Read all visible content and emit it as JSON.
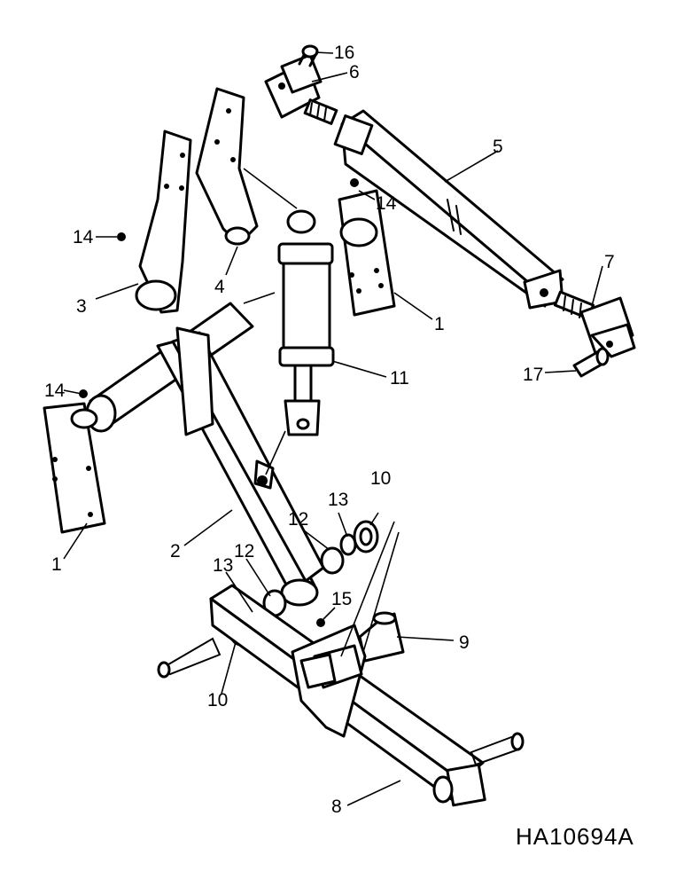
{
  "callouts": [
    {
      "id": "c16",
      "text": "16"
    },
    {
      "id": "c6",
      "text": "6"
    },
    {
      "id": "c5",
      "text": "5"
    },
    {
      "id": "c14a",
      "text": "14"
    },
    {
      "id": "c14b",
      "text": "14"
    },
    {
      "id": "c3",
      "text": "3"
    },
    {
      "id": "c4",
      "text": "4"
    },
    {
      "id": "c1a",
      "text": "1"
    },
    {
      "id": "c7",
      "text": "7"
    },
    {
      "id": "c17",
      "text": "17"
    },
    {
      "id": "c14c",
      "text": "14"
    },
    {
      "id": "c11",
      "text": "11"
    },
    {
      "id": "c10a",
      "text": "10"
    },
    {
      "id": "c13a",
      "text": "13"
    },
    {
      "id": "c12a",
      "text": "12"
    },
    {
      "id": "c1b",
      "text": "1"
    },
    {
      "id": "c2",
      "text": "2"
    },
    {
      "id": "c12b",
      "text": "12"
    },
    {
      "id": "c13b",
      "text": "13"
    },
    {
      "id": "c15",
      "text": "15"
    },
    {
      "id": "c9",
      "text": "9"
    },
    {
      "id": "c10b",
      "text": "10"
    },
    {
      "id": "c8",
      "text": "8"
    }
  ],
  "part_number": "HA10694A"
}
